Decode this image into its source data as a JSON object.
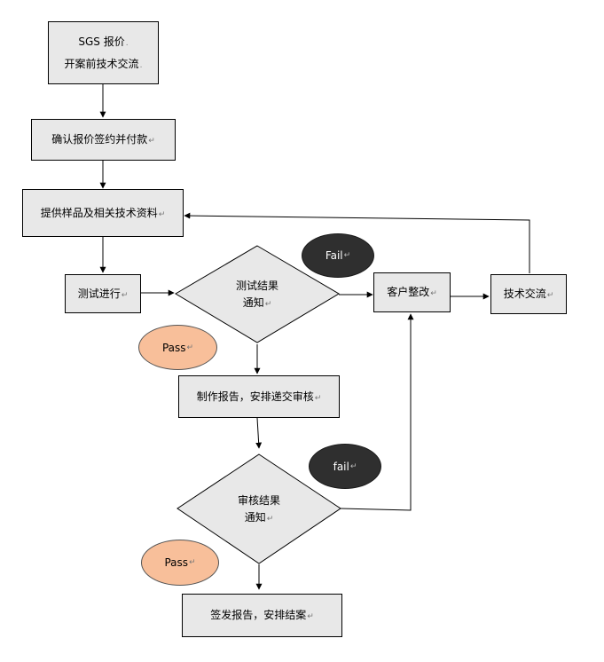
{
  "nodes": {
    "sgs_quote": {
      "line1": "SGS 报价",
      "line2": "开案前技术交流"
    },
    "confirm_quote": {
      "label": "确认报价签约并付款"
    },
    "provide_samples": {
      "label": "提供样品及相关技术资料"
    },
    "testing": {
      "label": "测试进行"
    },
    "test_result": {
      "line1": "测试结果",
      "line2": "通知"
    },
    "customer_fix": {
      "label": "客户整改"
    },
    "tech_exchange": {
      "label": "技术交流"
    },
    "make_report": {
      "label": "制作报告，安排递交审核"
    },
    "review_result": {
      "line1": "审核结果",
      "line2": "通知"
    },
    "issue_report": {
      "label": "签发报告，安排结案"
    }
  },
  "badges": {
    "fail_upper": "Fail",
    "pass_upper": "Pass",
    "fail_lower": "fail",
    "pass_lower": "Pass"
  },
  "marks": {
    "paragraph": "↵",
    "small": "."
  },
  "colors": {
    "box_fill": "#e8e8e8",
    "fail_fill": "#2f2f2f",
    "pass_fill": "#f8bf9a",
    "line": "#000000"
  }
}
